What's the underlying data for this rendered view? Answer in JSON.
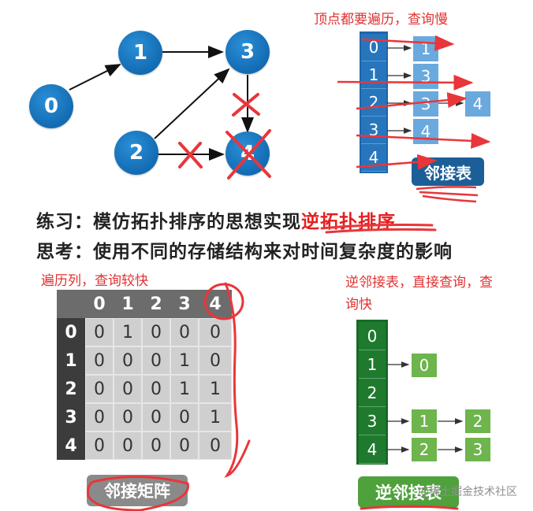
{
  "graph": {
    "nodes": [
      "0",
      "1",
      "2",
      "3",
      "4"
    ],
    "edges": [
      [
        "0",
        "1"
      ],
      [
        "1",
        "3"
      ],
      [
        "2",
        "3"
      ],
      [
        "2",
        "4"
      ],
      [
        "3",
        "4"
      ]
    ]
  },
  "notes": {
    "top_right": "顶点都要遍历，查询慢",
    "matrix_note": "遍历列，查询较快",
    "inverse_note_line1": "逆邻接表，直接查询，查",
    "inverse_note_line2": "询快"
  },
  "text_lines": {
    "exercise_prefix": "练习：模仿拓扑排序的思想实现",
    "exercise_highlight": "逆拓扑排序",
    "thinking": "思考：使用不同的存储结构来对时间复杂度的影响"
  },
  "adj_list": {
    "label": "邻接表",
    "index": [
      "0",
      "1",
      "2",
      "3",
      "4"
    ],
    "lists": [
      [
        "1"
      ],
      [
        "3"
      ],
      [
        "3",
        "4"
      ],
      [
        "4"
      ],
      []
    ]
  },
  "matrix": {
    "label": "邻接矩阵",
    "headers": [
      "0",
      "1",
      "2",
      "3",
      "4"
    ],
    "rows": [
      {
        "head": "0",
        "cells": [
          "0",
          "1",
          "0",
          "0",
          "0"
        ]
      },
      {
        "head": "1",
        "cells": [
          "0",
          "0",
          "0",
          "1",
          "0"
        ]
      },
      {
        "head": "2",
        "cells": [
          "0",
          "0",
          "0",
          "1",
          "1"
        ]
      },
      {
        "head": "3",
        "cells": [
          "0",
          "0",
          "0",
          "0",
          "1"
        ]
      },
      {
        "head": "4",
        "cells": [
          "0",
          "0",
          "0",
          "0",
          "0"
        ]
      }
    ]
  },
  "inv_list": {
    "label": "逆邻接表",
    "index": [
      "0",
      "1",
      "2",
      "3",
      "4"
    ],
    "lists": [
      [],
      [
        "0"
      ],
      [],
      [
        "1",
        "2"
      ],
      [
        "2",
        "3"
      ]
    ]
  },
  "watermark": "@稀土掘金技术社区",
  "colors": {
    "node_blue": "#1670b8",
    "list_blue": "#2776bd",
    "list_node_blue": "#6aa9dd",
    "inv_green": "#1f7a2e",
    "inv_node_green": "#6db54c",
    "annotation_red": "#e03232"
  }
}
